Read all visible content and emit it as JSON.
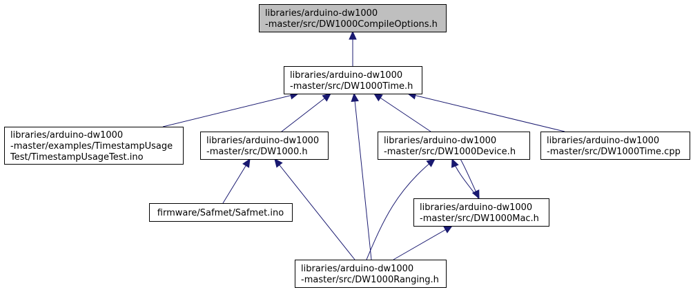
{
  "graph": {
    "nodes": [
      {
        "id": "compileoptions",
        "lines": [
          "libraries/arduino-dw1000",
          "-master/src/DW1000CompileOptions.h"
        ],
        "root": true
      },
      {
        "id": "time_h",
        "lines": [
          "libraries/arduino-dw1000",
          "-master/src/DW1000Time.h"
        ]
      },
      {
        "id": "timestamp_ino",
        "lines": [
          "libraries/arduino-dw1000",
          "-master/examples/TimestampUsage",
          "Test/TimestampUsageTest.ino"
        ]
      },
      {
        "id": "dw1000_h",
        "lines": [
          "libraries/arduino-dw1000",
          "-master/src/DW1000.h"
        ]
      },
      {
        "id": "device_h",
        "lines": [
          "libraries/arduino-dw1000",
          "-master/src/DW1000Device.h"
        ]
      },
      {
        "id": "time_cpp",
        "lines": [
          "libraries/arduino-dw1000",
          "-master/src/DW1000Time.cpp"
        ]
      },
      {
        "id": "safmet_ino",
        "lines": [
          "firmware/Safmet/Safmet.ino"
        ]
      },
      {
        "id": "mac_h",
        "lines": [
          "libraries/arduino-dw1000",
          "-master/src/DW1000Mac.h"
        ]
      },
      {
        "id": "ranging_h",
        "lines": [
          "libraries/arduino-dw1000",
          "-master/src/DW1000Ranging.h"
        ]
      }
    ],
    "edges": [
      {
        "from": "time_h",
        "to": "compileoptions"
      },
      {
        "from": "timestamp_ino",
        "to": "time_h"
      },
      {
        "from": "dw1000_h",
        "to": "time_h"
      },
      {
        "from": "ranging_h",
        "to": "time_h"
      },
      {
        "from": "device_h",
        "to": "time_h"
      },
      {
        "from": "time_cpp",
        "to": "time_h"
      },
      {
        "from": "safmet_ino",
        "to": "dw1000_h"
      },
      {
        "from": "ranging_h",
        "to": "dw1000_h"
      },
      {
        "from": "ranging_h",
        "to": "device_h"
      },
      {
        "from": "mac_h",
        "to": "device_h"
      },
      {
        "from": "device_h",
        "to": "mac_h"
      },
      {
        "from": "ranging_h",
        "to": "mac_h"
      }
    ],
    "colors": {
      "edge": "#191970",
      "root_fill": "#bfbfbf",
      "node_fill": "#ffffff",
      "border": "#000000"
    }
  }
}
